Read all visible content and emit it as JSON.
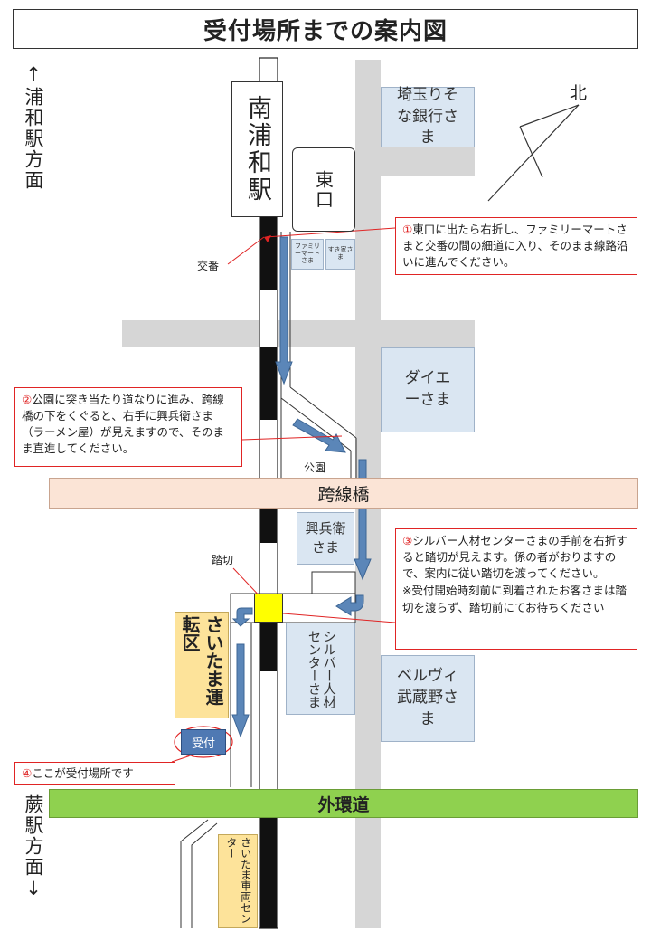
{
  "title": "受付場所までの案内図",
  "directions": {
    "urawa": "↑浦和駅方面",
    "warabi": "蕨駅方面↓",
    "north": "北"
  },
  "station": {
    "name": "南浦和駅",
    "exit": "東口"
  },
  "places": {
    "saitama_resona": "埼玉りそな銀行さま",
    "family_mart": "ファミリーマートさま",
    "sukiya": "すき家さま",
    "koban": "交番",
    "daiei": "ダイエーさま",
    "park": "公園",
    "hyoe": "興兵衛さま",
    "fumikiri": "踏切",
    "silver_center": "シルバー人材センターさま",
    "bellvie": "ベルヴィ武蔵野さま",
    "unten_ku": "さいたま運転区",
    "sharyo_center": "さいたま車両センター",
    "uketsuke": "受付"
  },
  "roads": {
    "bridge": "跨線橋",
    "gaikando": "外環道"
  },
  "notes": {
    "n1_num": "①",
    "n1": "東口に出たら右折し、ファミリーマートさまと交番の間の細道に入り、そのまま線路沿いに進んでください。",
    "n2_num": "②",
    "n2": "公園に突き当たり道なりに進み、跨線橋の下をくぐると、右手に興兵衛さま（ラーメン屋）が見えますので、そのまま直進してください。",
    "n3_num": "③",
    "n3": "シルバー人材センターさまの手前を右折すると踏切が見えます。係の者がおりますので、案内に従い踏切を渡ってください。",
    "n3_note": "※受付開始時刻前に到着されたお客さまは踏切を渡らず、踏切前にてお待ちください",
    "n4_num": "④",
    "n4": "ここが受付場所です"
  },
  "colors": {
    "accent_red": "#e02424",
    "bridge_fill": "#fbe4d6",
    "gaikando_fill": "#8fd14f",
    "building_fill": "#dae6f2",
    "yellow_building": "#fde39a",
    "arrow_blue": "#5b86b8",
    "crossing_yellow": "#ffff00"
  }
}
